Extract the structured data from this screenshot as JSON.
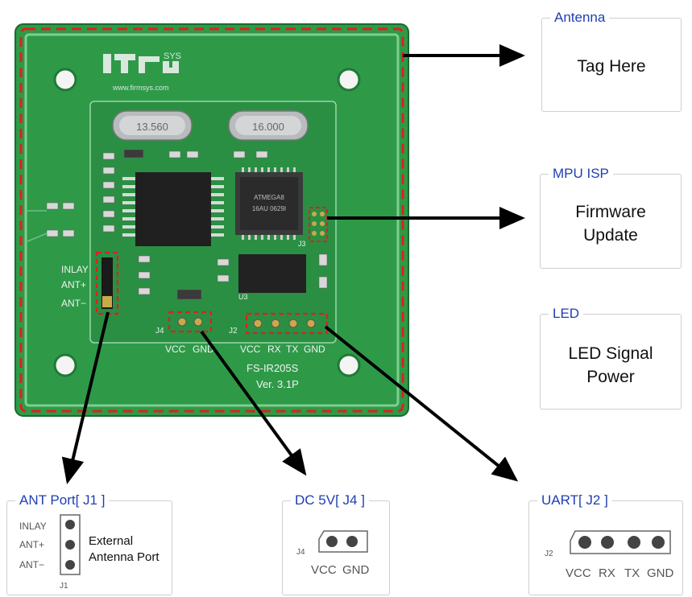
{
  "board": {
    "logo_sys": "SYS",
    "logo_url": "www.firmsys.com",
    "crystal_1": "13.560",
    "crystal_2": "16.000",
    "mcu_chip_line1": "ATMEGA8",
    "mcu_chip_line2": "16AU 0629I",
    "label_inlay": "INLAY",
    "label_ant_plus": "ANT+",
    "label_ant_minus": "ANT−",
    "label_j4": "J4",
    "label_j2": "J2",
    "label_j3": "J3",
    "label_u3": "U3",
    "label_vcc": "VCC",
    "label_gnd": "GND",
    "label_rx": "RX",
    "label_tx": "TX",
    "model": "FS-IR205S",
    "version": "Ver. 3.1P"
  },
  "callouts": {
    "antenna": {
      "title": "Antenna",
      "text": "Tag Here"
    },
    "mpu_isp": {
      "title": "MPU ISP",
      "line1": "Firmware",
      "line2": "Update"
    },
    "led": {
      "title": "LED",
      "line1": "LED  Signal",
      "line2": "Power"
    },
    "ant_port": {
      "title": "ANT Port[ J1 ]",
      "inlay": "INLAY",
      "ant_plus": "ANT+",
      "ant_minus": "ANT−",
      "j1": "J1",
      "desc_line1": "External",
      "desc_line2": "Antenna Port"
    },
    "dc5v": {
      "title": "DC 5V[ J4 ]",
      "j4": "J4",
      "vcc": "VCC",
      "gnd": "GND"
    },
    "uart": {
      "title": "UART[ J2 ]",
      "j2": "J2",
      "vcc": "VCC",
      "rx": "RX",
      "tx": "TX",
      "gnd": "GND"
    }
  },
  "colors": {
    "pcb": "#2e9a48",
    "pcb_dark": "#1f7a35",
    "highlight": "#e01f1f",
    "title_blue": "#1f3fb0",
    "arrow": "#000000"
  }
}
